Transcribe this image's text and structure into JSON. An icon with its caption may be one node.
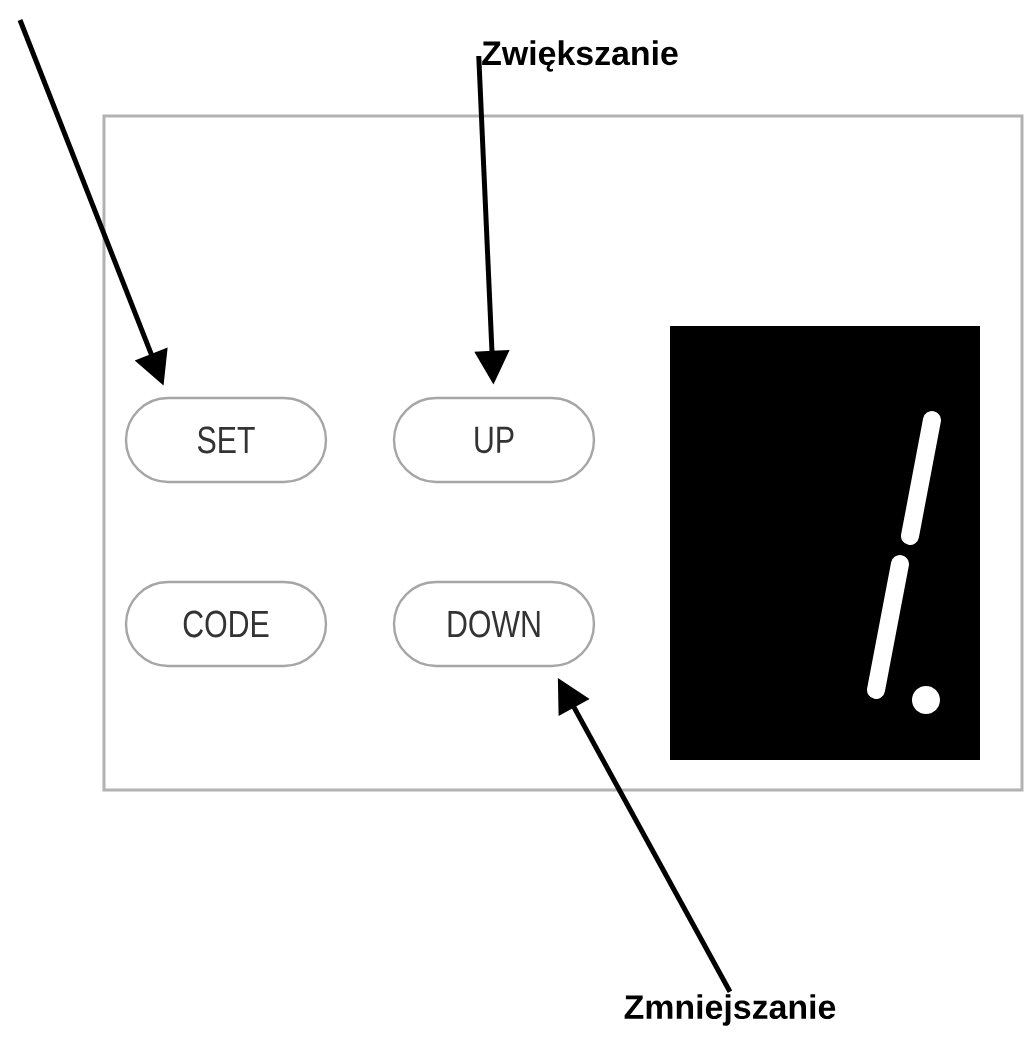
{
  "diagram": {
    "nodes": [
      {
        "text": [],
        "shape": "box"
      },
      {
        "text": [
          "SET"
        ],
        "in": 0
      },
      {
        "text": [
          "UP"
        ],
        "in": 0
      },
      {
        "text": [
          "CODE"
        ],
        "in": 0
      },
      {
        "text": [
          "DOWN"
        ],
        "in": 0
      },
      {
        "text": [],
        "shape": "picture",
        "in": 0
      },
      {
        "text": [
          "Zwiększanie"
        ]
      },
      {
        "text": [
          "Zmniejszanie"
        ]
      }
    ],
    "edges": [
      {
        "from": null,
        "to": 1,
        "arrow": "to"
      },
      {
        "from": 6,
        "to": 2,
        "arrow": "to"
      },
      {
        "from": 7,
        "to": 4,
        "arrow": "to"
      }
    ]
  }
}
